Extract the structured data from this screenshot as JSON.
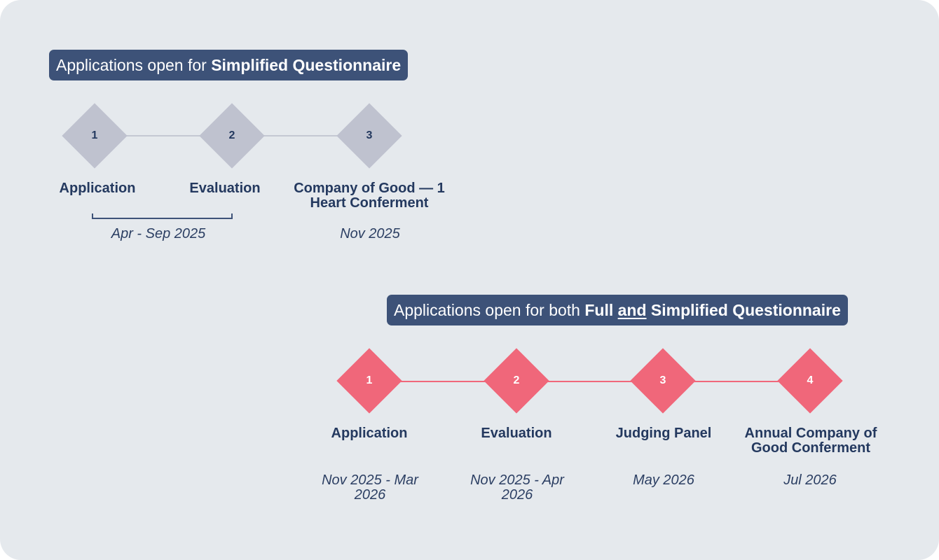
{
  "colors": {
    "background": "#e5e9ed",
    "pill": "#3d5278",
    "phase1_node": "#bfc2cf",
    "phase1_number": "#24395f",
    "phase1_line": "#c4c8d2",
    "phase2_node": "#f0677a",
    "phase2_number": "#ffffff",
    "phase2_line": "#f0677a",
    "text": "#24395f"
  },
  "phase1": {
    "banner": {
      "prefix": "Applications open for ",
      "bold": "Simplified Questionnaire"
    },
    "steps": [
      {
        "number": "1",
        "label": "Application"
      },
      {
        "number": "2",
        "label": "Evaluation"
      },
      {
        "number": "3",
        "label": "Company of Good — 1 Heart Conferment"
      }
    ],
    "dates": {
      "range": "Apr - Sep 2025",
      "conferment": "Nov 2025"
    }
  },
  "phase2": {
    "banner": {
      "prefix": "Applications open for both ",
      "bold1": "Full",
      "and": "and",
      "bold2": "Simplified Questionnaire"
    },
    "steps": [
      {
        "number": "1",
        "label": "Application",
        "date": "Nov 2025 - Mar 2026"
      },
      {
        "number": "2",
        "label": "Evaluation",
        "date": "Nov 2025 - Apr 2026"
      },
      {
        "number": "3",
        "label": "Judging Panel",
        "date": "May 2026"
      },
      {
        "number": "4",
        "label": "Annual Company of Good Conferment",
        "date": "Jul 2026"
      }
    ]
  }
}
